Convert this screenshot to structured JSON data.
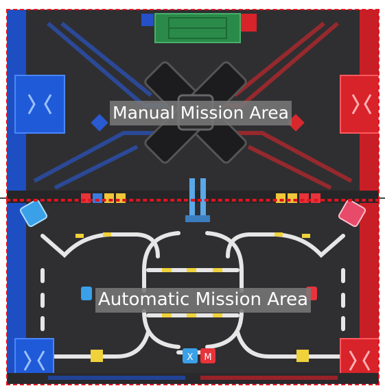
{
  "labels": {
    "manual": "Manual Mission Area",
    "automatic": "Automatic Mission Area"
  },
  "colors": {
    "field": "#2f2f32",
    "blue": "#1e5bd8",
    "red": "#d8232a",
    "green": "#2a8a4a",
    "track": "#e8e8e8",
    "yellow": "#f0d23a",
    "dash": "#e0141e"
  },
  "markers": {
    "blue_x": "X",
    "red_m": "M"
  }
}
